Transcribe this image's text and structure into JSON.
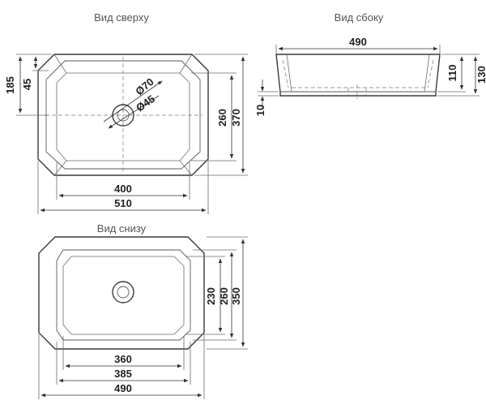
{
  "views": {
    "top": "Вид сверху",
    "side": "Вид сбоку",
    "bottom": "Вид снизу"
  },
  "top_dims": {
    "h185": "185",
    "h45": "45",
    "d70": "Ø70",
    "d45": "Ø45",
    "h260": "260",
    "h370": "370",
    "w400": "400",
    "w510": "510"
  },
  "side_dims": {
    "w490": "490",
    "h110": "110",
    "h130": "130",
    "h10": "10"
  },
  "bottom_dims": {
    "h230": "230",
    "h260": "260",
    "h350": "350",
    "w360": "360",
    "w385": "385",
    "w490": "490"
  }
}
